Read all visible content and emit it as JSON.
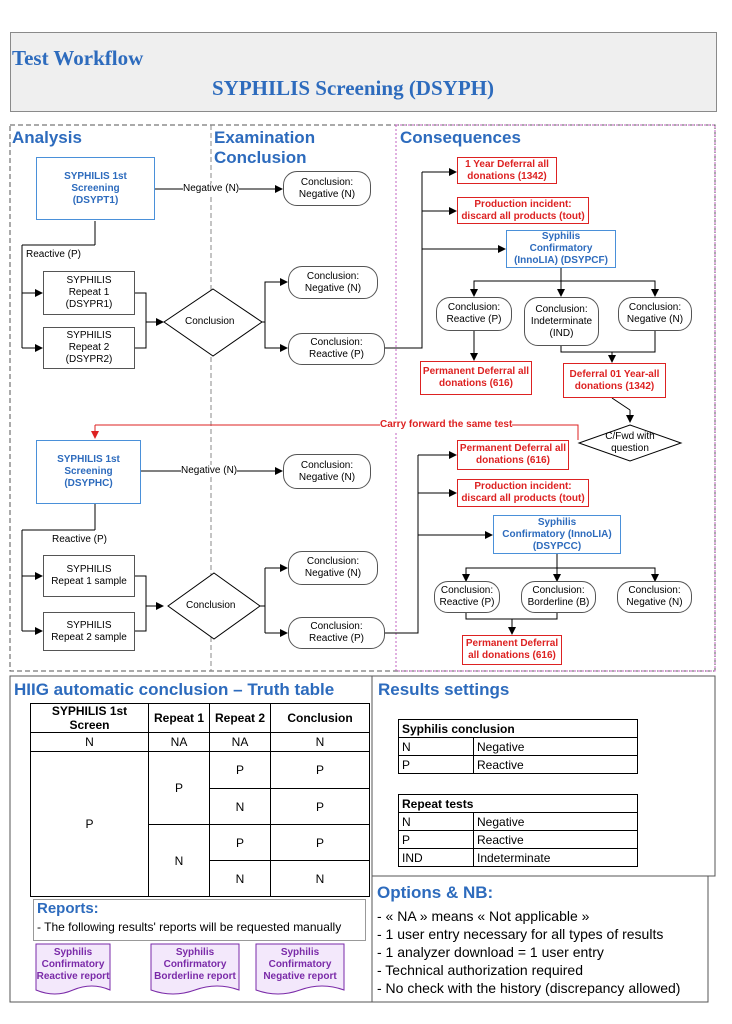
{
  "title": {
    "line1": "Test Workflow",
    "line2": "SYPHILIS Screening (DSYPH)"
  },
  "sections": {
    "analysis": "Analysis",
    "exam1": "Examination",
    "exam2": "Conclusion",
    "consequences": "Consequences"
  },
  "top": {
    "screen1": [
      "SYPHILIS 1st",
      "Screening",
      "(DSYPT1)"
    ],
    "neg_label": "Negative (N)",
    "concl_neg": [
      "Conclusion:",
      "Negative (N)"
    ],
    "reactive_label": "Reactive (P)",
    "repeat1": [
      "SYPHILIS",
      "Repeat 1",
      "(DSYPR1)"
    ],
    "repeat2": [
      "SYPHILIS",
      "Repeat 2",
      "(DSYPR2)"
    ],
    "conclusion": "Conclusion",
    "concl_neg2": [
      "Conclusion:",
      "Negative (N)"
    ],
    "concl_react": [
      "Conclusion:",
      "Reactive (P)"
    ],
    "deferral1": [
      "1 Year Deferral all",
      "donations (1342)"
    ],
    "incident": [
      "Production incident:",
      "discard all products (tout)"
    ],
    "confirm": [
      "Syphilis",
      "Confirmatory",
      "(InnoLIA) (DSYPCF)"
    ],
    "c_react": [
      "Conclusion:",
      "Reactive (P)"
    ],
    "c_indet": [
      "Conclusion:",
      "Indeterminate",
      "(IND)"
    ],
    "c_neg": [
      "Conclusion:",
      "Negative (N)"
    ],
    "perm": [
      "Permanent Deferral all",
      "donations (616)"
    ],
    "def01": [
      "Deferral 01 Year-all",
      "donations (1342)"
    ],
    "carry": "Carry forward the same test",
    "cfwd": [
      "C/Fwd with",
      "question"
    ]
  },
  "bottom": {
    "screen1": [
      "SYPHILIS 1st",
      "Screening",
      "(DSYPHC)"
    ],
    "neg_label": "Negative (N)",
    "concl_neg": [
      "Conclusion:",
      "Negative (N)"
    ],
    "reactive_label": "Reactive (P)",
    "repeat1": [
      "SYPHILIS",
      "Repeat 1 sample"
    ],
    "repeat2": [
      "SYPHILIS",
      "Repeat 2 sample"
    ],
    "conclusion": "Conclusion",
    "concl_neg2": [
      "Conclusion:",
      "Negative (N)"
    ],
    "concl_react": [
      "Conclusion:",
      "Reactive (P)"
    ],
    "perm": [
      "Permanent Deferral all",
      "donations (616)"
    ],
    "incident": [
      "Production incident:",
      "discard all products (tout)"
    ],
    "confirm": [
      "Syphilis",
      "Confirmatory (InnoLIA)",
      "(DSYPCC)"
    ],
    "c_react": [
      "Conclusion:",
      "Reactive (P)"
    ],
    "c_border": [
      "Conclusion:",
      "Borderline (B)"
    ],
    "c_neg": [
      "Conclusion:",
      "Negative (N)"
    ],
    "perm2": [
      "Permanent Deferral",
      "all donations (616)"
    ]
  },
  "truth": {
    "title": "HIIG automatic conclusion – Truth table",
    "headers": [
      "SYPHILIS 1st Screen",
      "Repeat 1",
      "Repeat 2",
      "Conclusion"
    ],
    "row_n": [
      "N",
      "NA",
      "NA",
      "N"
    ],
    "p": "P",
    "r1p": "P",
    "r1n": "N",
    "rows": [
      [
        "P",
        "P"
      ],
      [
        "N",
        "P"
      ],
      [
        "P",
        "P"
      ],
      [
        "N",
        "N"
      ]
    ]
  },
  "reports": {
    "title": "Reports:",
    "text": "- The following results' reports will be requested manually",
    "items": [
      [
        "Syphilis",
        "Confirmatory",
        "Reactive report"
      ],
      [
        "Syphilis",
        "Confirmatory",
        "Borderline report"
      ],
      [
        "Syphilis",
        "Confirmatory",
        "Negative report"
      ]
    ]
  },
  "results": {
    "title": "Results settings",
    "conc_header": "Syphilis conclusion",
    "conc_rows": [
      [
        "N",
        "Negative"
      ],
      [
        "P",
        "Reactive"
      ]
    ],
    "rep_header": "Repeat tests",
    "rep_rows": [
      [
        "N",
        "Negative"
      ],
      [
        "P",
        "Reactive"
      ],
      [
        "IND",
        "Indeterminate"
      ]
    ]
  },
  "options": {
    "title": "Options & NB:",
    "items": [
      "- « NA » means « Not applicable »",
      "- 1 user entry necessary for all types of results",
      "- 1 analyzer download = 1 user entry",
      "- Technical authorization required",
      "- No check with the history (discrepancy allowed)"
    ]
  }
}
